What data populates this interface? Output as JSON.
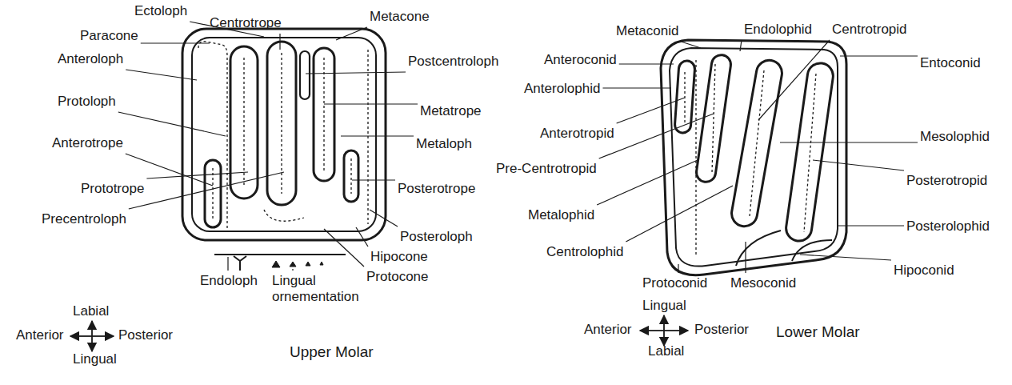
{
  "diagram": {
    "labels": [
      "Ectoloph",
      "Centrotrope",
      "Metacone",
      "Paracone",
      "Postcentroloph",
      "Anteroloph",
      "Protoloph",
      "Metatrope",
      "Metaloph",
      "Anterotrope",
      "Prototrope",
      "Posterotrope",
      "Precentroloph",
      "Posteroloph",
      "Hipocone",
      "Protocone",
      "Endoloph",
      "Lingual ornementation",
      "Labial",
      "Anterior",
      "Posterior",
      "Lingual",
      "Upper Molar",
      "Metaconid",
      "Endolophid",
      "Centrotropid",
      "Anteroconid",
      "Entoconid",
      "Anterolophid",
      "Anterotropid",
      "Mesolophid",
      "Pre-Centrotropid",
      "Posterotropid",
      "Metalophid",
      "Posterolophid",
      "Centrolophid",
      "Hipoconid",
      "Protoconid",
      "Mesoconid",
      "Lingual",
      "Anterior",
      "Posterior",
      "Labial",
      "Lower Molar"
    ]
  }
}
